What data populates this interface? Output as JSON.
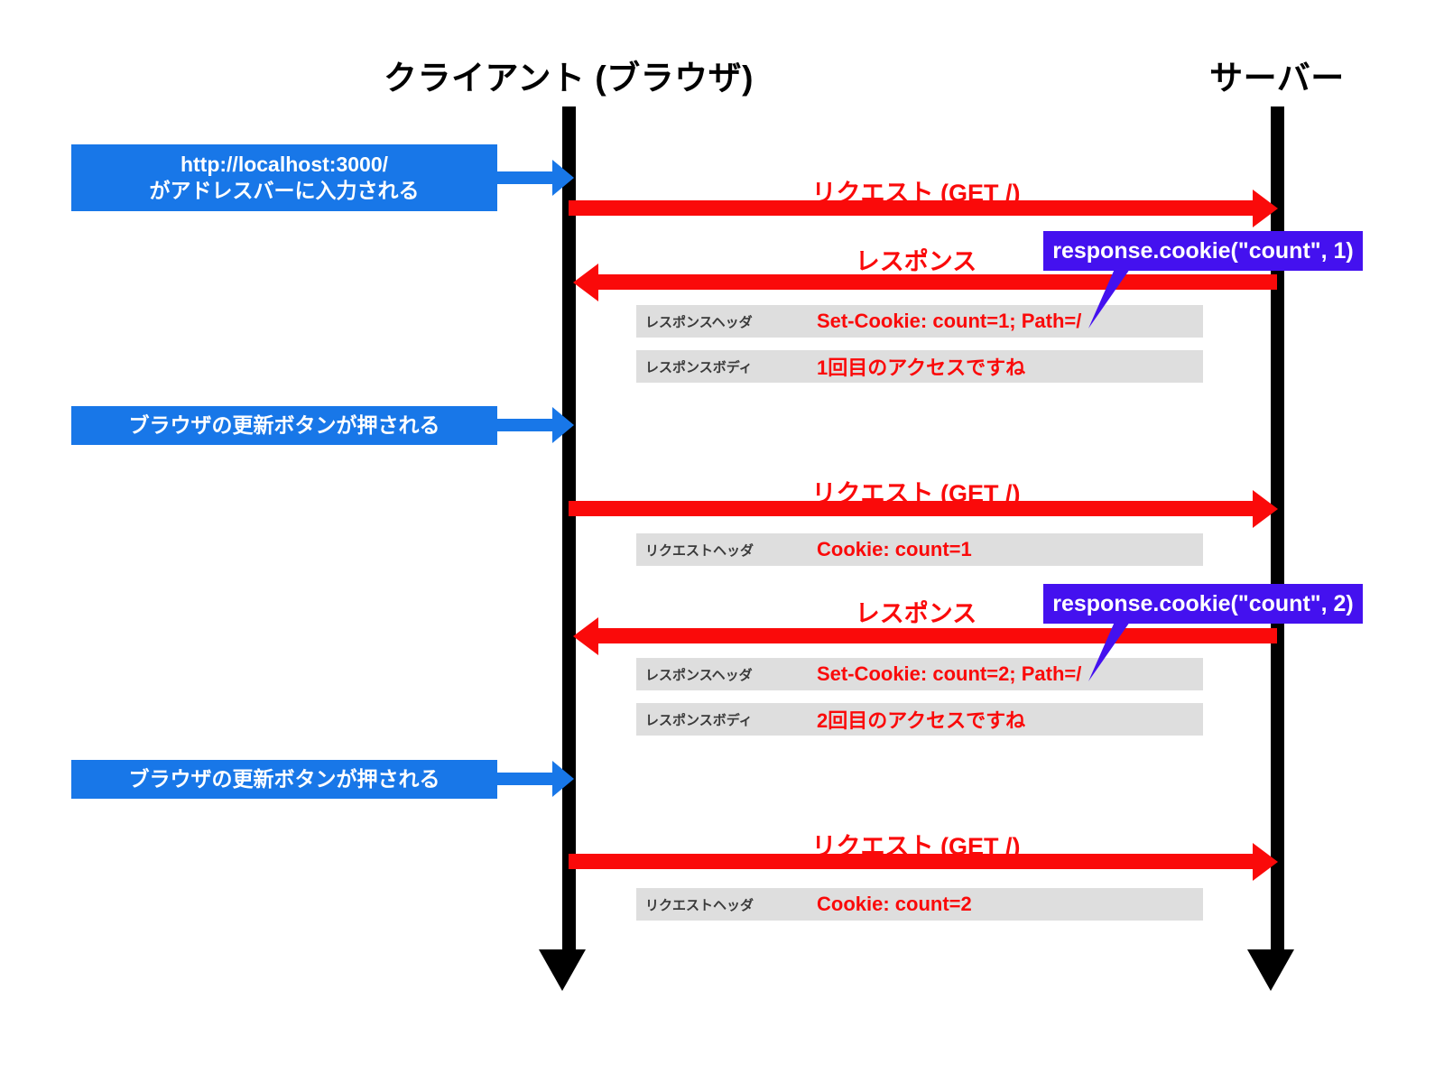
{
  "diagram": {
    "title_client": "クライアント (ブラウザ)",
    "title_server": "サーバー",
    "colors": {
      "lifeline": "#000000",
      "action_blue": "#1877e8",
      "message_red": "#fa0a0a",
      "callout_purple": "#4411ef",
      "note_gray": "#dedede",
      "note_kind_text": "#3a3a3a",
      "background": "#ffffff"
    }
  },
  "actions": [
    {
      "id": "action-1",
      "line1": "http://localhost:3000/",
      "line2": "がアドレスバーに入力される"
    },
    {
      "id": "action-2",
      "line1": "ブラウザの更新ボタンが押される",
      "line2": ""
    },
    {
      "id": "action-3",
      "line1": "ブラウザの更新ボタンが押される",
      "line2": ""
    }
  ],
  "messages": [
    {
      "id": "msg-1",
      "label": "リクエスト (GET /)",
      "direction": "client-to-server"
    },
    {
      "id": "msg-2",
      "label": "レスポンス",
      "direction": "server-to-client"
    },
    {
      "id": "msg-3",
      "label": "リクエスト (GET /)",
      "direction": "client-to-server"
    },
    {
      "id": "msg-4",
      "label": "レスポンス",
      "direction": "server-to-client"
    },
    {
      "id": "msg-5",
      "label": "リクエスト (GET /)",
      "direction": "client-to-server"
    }
  ],
  "notes": [
    {
      "id": "note-1",
      "kind": "レスポンスヘッダ",
      "value": "Set-Cookie: count=1; Path=/"
    },
    {
      "id": "note-2",
      "kind": "レスポンスボディ",
      "value": "1回目のアクセスですね"
    },
    {
      "id": "note-3",
      "kind": "リクエストヘッダ",
      "value": "Cookie: count=1"
    },
    {
      "id": "note-4",
      "kind": "レスポンスヘッダ",
      "value": "Set-Cookie: count=2; Path=/"
    },
    {
      "id": "note-5",
      "kind": "レスポンスボディ",
      "value": "2回目のアクセスですね"
    },
    {
      "id": "note-6",
      "kind": "リクエストヘッダ",
      "value": "Cookie: count=2"
    }
  ],
  "callouts": [
    {
      "id": "callout-1",
      "code": "response.cookie(\"count\", 1)"
    },
    {
      "id": "callout-2",
      "code": "response.cookie(\"count\", 2)"
    }
  ]
}
